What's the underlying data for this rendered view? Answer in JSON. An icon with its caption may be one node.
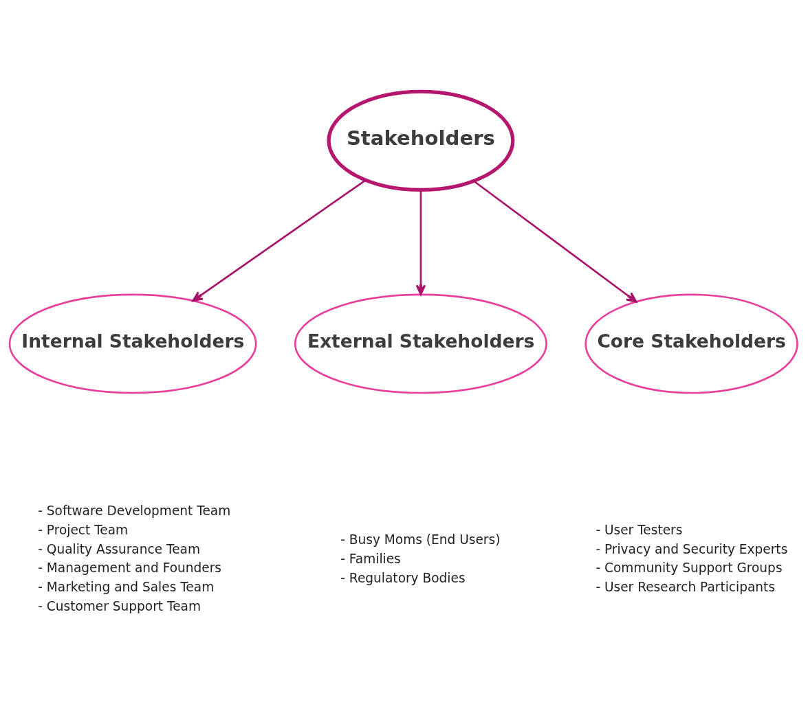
{
  "diagram": {
    "nodes": [
      {
        "text": [
          "Stakeholders"
        ]
      },
      {
        "text": [
          "Internal Stakeholders"
        ],
        "beside": [
          "- Software Development Team",
          "- Project Team",
          "- Quality Assurance Team",
          "- Management and Founders",
          "- Marketing and Sales Team",
          "- Customer Support Team"
        ]
      },
      {
        "text": [
          "External Stakeholders"
        ],
        "beside": [
          "- Busy Moms (End Users)",
          "- Families",
          "- Regulatory Bodies"
        ]
      },
      {
        "text": [
          "Core Stakeholders"
        ],
        "beside": [
          "- User Testers",
          "- Privacy and Security Experts",
          "- Community Support Groups",
          "- User Research Participants"
        ]
      }
    ],
    "edges": [
      {
        "from": 0,
        "to": 1,
        "arrow": "to"
      },
      {
        "from": 0,
        "to": 2,
        "arrow": "to"
      },
      {
        "from": 0,
        "to": 3,
        "arrow": "to"
      }
    ]
  }
}
